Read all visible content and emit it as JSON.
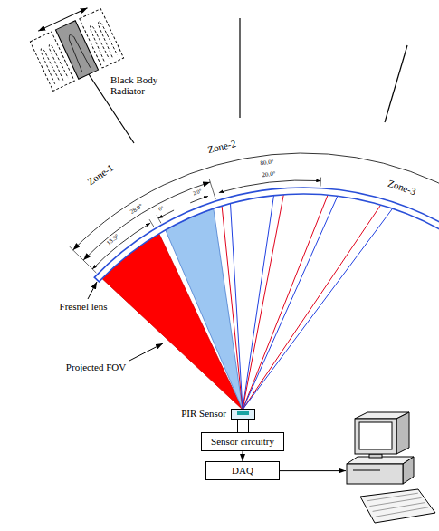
{
  "diagram": {
    "nodes": [
      {
        "text": [
          "Black Body Radiator"
        ]
      },
      {
        "text": [
          "PIR Sensor"
        ]
      },
      {
        "text": [
          "Sensor circuitry"
        ]
      },
      {
        "text": [
          "DAQ"
        ]
      }
    ],
    "edges": [
      {
        "from": 1,
        "to": 2,
        "arrow": "none"
      },
      {
        "from": 2,
        "to": 3,
        "arrow": "to"
      }
    ],
    "labels": [
      "Zone-1",
      "Zone-2",
      "Zone-3",
      "80.0°",
      "20.0°",
      "28.0°",
      "13.5°",
      "0°",
      "2.0°",
      "Fresnel lens",
      "Projected FOV"
    ]
  }
}
